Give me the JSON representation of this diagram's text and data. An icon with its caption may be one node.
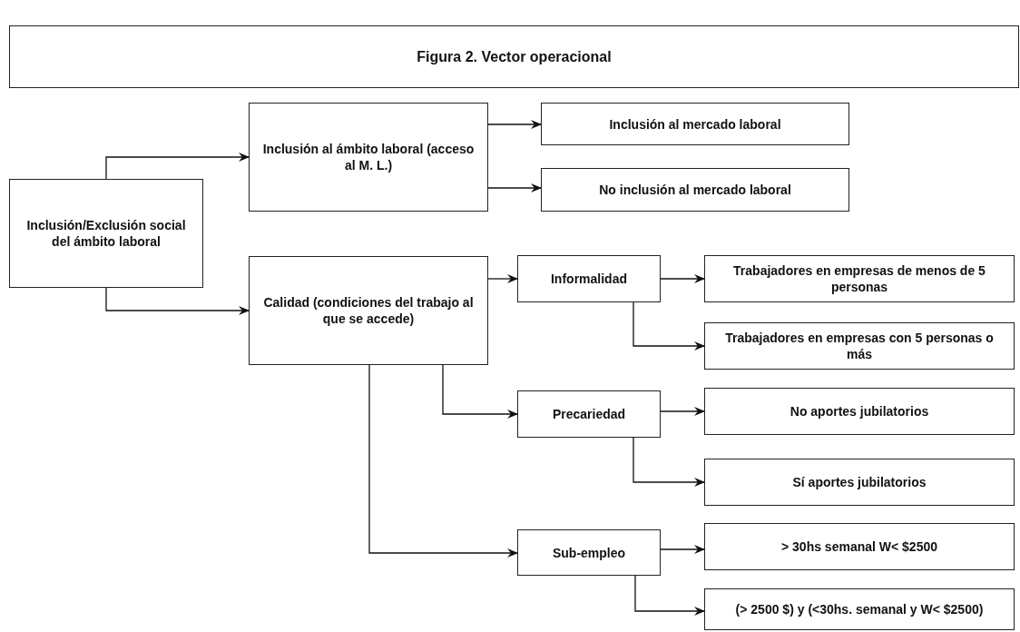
{
  "diagram": {
    "title": "Figura 2. Vector operacional",
    "nodes": [
      {
        "text": [
          "Inclusión/Exclusión social del ámbito laboral"
        ]
      },
      {
        "text": [
          "Inclusión al ámbito laboral (acceso al M. L.)"
        ]
      },
      {
        "text": [
          "Inclusión al mercado laboral"
        ]
      },
      {
        "text": [
          "No inclusión al mercado laboral"
        ]
      },
      {
        "text": [
          "Calidad (condiciones del trabajo al que se accede)"
        ]
      },
      {
        "text": [
          "Informalidad"
        ]
      },
      {
        "text": [
          "Trabajadores en empresas de menos de 5 personas"
        ]
      },
      {
        "text": [
          "Trabajadores en empresas con 5 personas o más"
        ]
      },
      {
        "text": [
          "Precariedad"
        ]
      },
      {
        "text": [
          "No aportes jubilatorios"
        ]
      },
      {
        "text": [
          "Sí aportes jubilatorios"
        ]
      },
      {
        "text": [
          "Sub-empleo"
        ]
      },
      {
        "text": [
          "> 30hs semanal W< $2500"
        ]
      },
      {
        "text": [
          "(> 2500 $) y (<30hs. semanal y W< $2500)"
        ]
      }
    ],
    "edges": [
      {
        "from": 0,
        "to": 1,
        "arrow": "to"
      },
      {
        "from": 0,
        "to": 4,
        "arrow": "to"
      },
      {
        "from": 1,
        "to": 2,
        "arrow": "to"
      },
      {
        "from": 1,
        "to": 3,
        "arrow": "to"
      },
      {
        "from": 4,
        "to": 5,
        "arrow": "to"
      },
      {
        "from": 4,
        "to": 8,
        "arrow": "to"
      },
      {
        "from": 4,
        "to": 11,
        "arrow": "to"
      },
      {
        "from": 5,
        "to": 6,
        "arrow": "to"
      },
      {
        "from": 5,
        "to": 7,
        "arrow": "to"
      },
      {
        "from": 8,
        "to": 9,
        "arrow": "to"
      },
      {
        "from": 8,
        "to": 10,
        "arrow": "to"
      },
      {
        "from": 11,
        "to": 12,
        "arrow": "to"
      },
      {
        "from": 11,
        "to": 13,
        "arrow": "to"
      }
    ]
  }
}
